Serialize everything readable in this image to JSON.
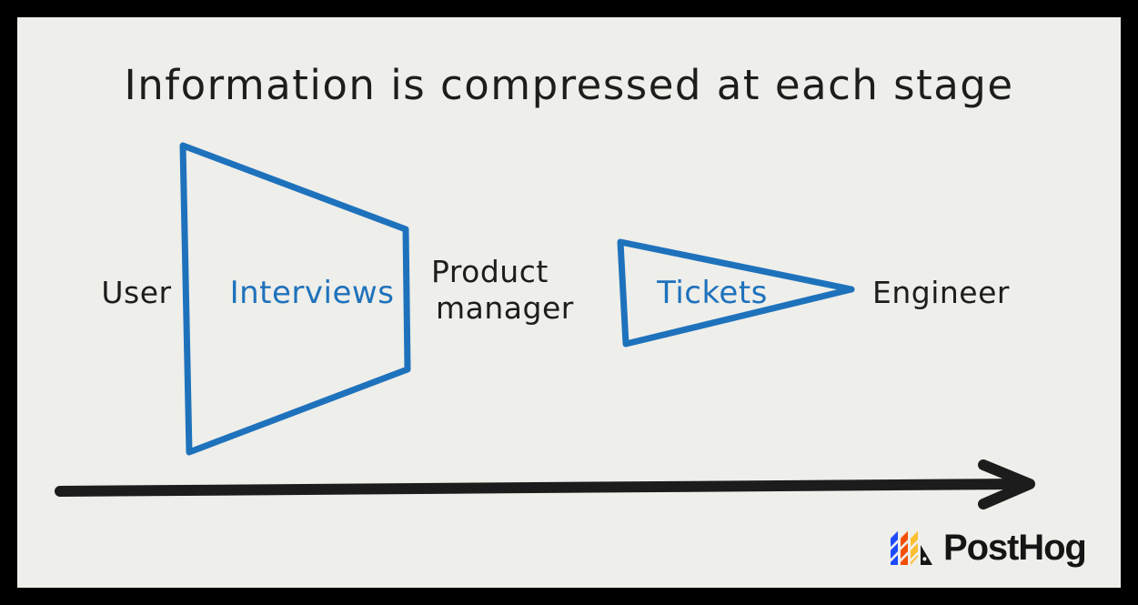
{
  "frame": {
    "border_color": "#000000",
    "background_color": "#eeeeea"
  },
  "title": "Information is compressed at each stage",
  "palette": {
    "ink": "#1d1d1b",
    "accent_blue": "#1e72bc",
    "logo_blue": "#1d4aff",
    "logo_orange": "#f54e00",
    "logo_yellow": "#fdbf2f",
    "logo_black": "#151515"
  },
  "diagram": {
    "stages": [
      {
        "id": "user",
        "label": "User",
        "role": "source-actor",
        "color": "#1d1d1b"
      },
      {
        "id": "interviews",
        "label": "Interviews",
        "role": "artifact",
        "shape": "trapezoid",
        "color": "#1e72bc"
      },
      {
        "id": "product-manager",
        "label_line_1": "Product",
        "label_line_2": "manager",
        "role": "intermediate-actor",
        "color": "#1d1d1b"
      },
      {
        "id": "tickets",
        "label": "Tickets",
        "role": "artifact",
        "shape": "triangle",
        "color": "#1e72bc"
      },
      {
        "id": "engineer",
        "label": "Engineer",
        "role": "target-actor",
        "color": "#1d1d1b"
      }
    ],
    "flow_arrow": {
      "direction": "left-to-right",
      "color": "#1c1c1c"
    }
  },
  "logo": {
    "wordmark": "PostHog",
    "mark_name": "posthog-hedgehog-mark"
  }
}
